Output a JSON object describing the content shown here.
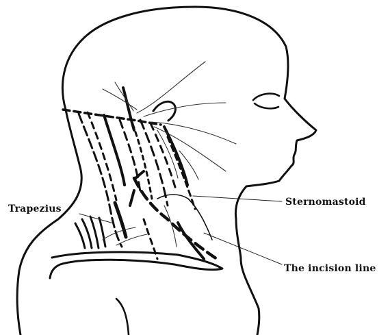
{
  "labels": {
    "trapezius": "Trapezius",
    "sternomastoid": "Sternomastoid",
    "incision_line": "The incision line"
  }
}
